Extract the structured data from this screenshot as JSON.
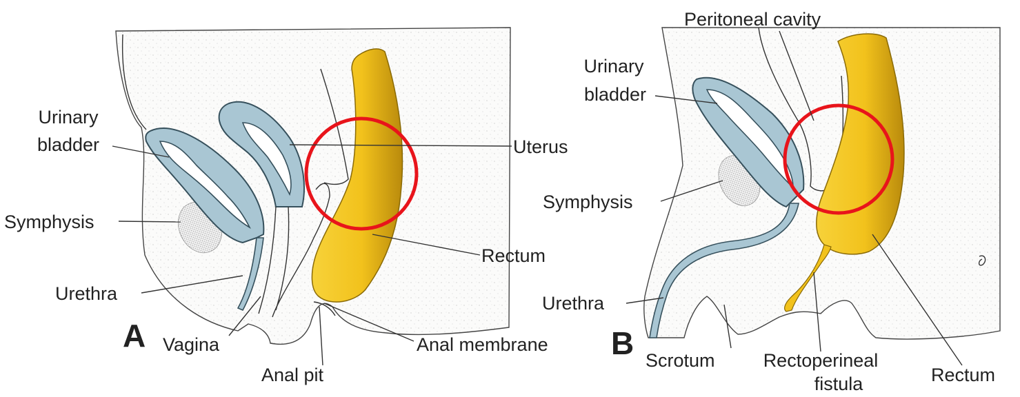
{
  "panels": {
    "a": {
      "letter": "A",
      "labels": {
        "urinary_bladder_1": "Urinary",
        "urinary_bladder_2": "bladder",
        "symphysis": "Symphysis",
        "urethra": "Urethra",
        "vagina": "Vagina",
        "uterus": "Uterus",
        "rectum": "Rectum",
        "anal_membrane": "Anal membrane",
        "anal_pit": "Anal pit"
      }
    },
    "b": {
      "letter": "B",
      "labels": {
        "peritoneal_cavity": "Peritoneal cavity",
        "urinary_bladder_1": "Urinary",
        "urinary_bladder_2": "bladder",
        "symphysis": "Symphysis",
        "urethra": "Urethra",
        "scrotum": "Scrotum",
        "rectoperineal_fistula_1": "Rectoperineal",
        "rectoperineal_fistula_2": "fistula",
        "rectum": "Rectum"
      }
    }
  },
  "colors": {
    "bladder": "#a9c6d3",
    "bladder_stroke": "#36505c",
    "rectum": "#f2c21c",
    "rectum_shade": "#c99a10",
    "highlight_circle": "#e8141b",
    "tissue": "#f7f7f5"
  }
}
